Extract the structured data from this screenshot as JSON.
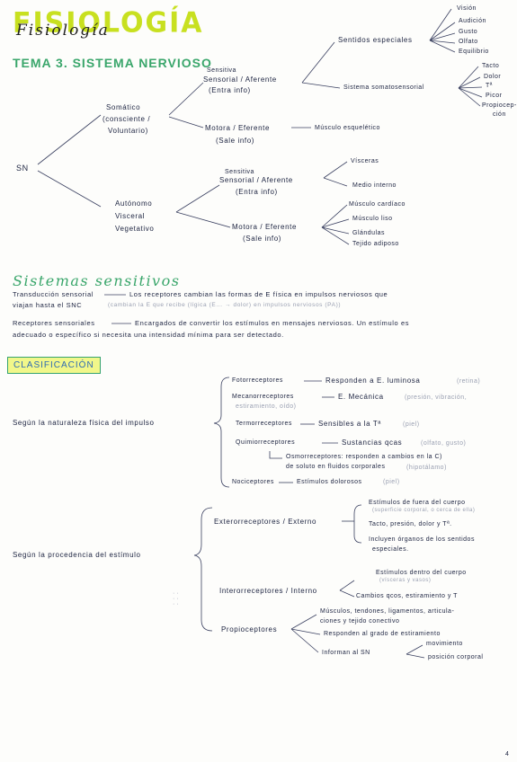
{
  "header": {
    "main_title": "FISIOLOGÍA",
    "handwritten_overlay": "Fisiología",
    "topic": "TEMA 3. SISTEMA NERVIOSO"
  },
  "tree": {
    "root": "SN",
    "somatic": {
      "label_1": "Somático",
      "label_2": "(consciente /",
      "label_3": "Voluntario)",
      "sensory": {
        "line1": "Sensitiva",
        "line2": "Sensorial / Aferente",
        "line3": "(Entra info)"
      },
      "senses": "Sentidos especiales",
      "senses_list": [
        "Visión",
        "Audición",
        "Gusto",
        "Olfato",
        "Equilibrio"
      ],
      "somatosensory": "Sistema somatosensorial",
      "somatosensory_list": [
        "Tacto",
        "Dolor",
        "Tª",
        "Picor",
        "Propiocep-",
        "ción"
      ],
      "motor": {
        "line1": "Motora / Eferente",
        "line2": "(Sale info)"
      },
      "motor_target": "Músculo esquelético"
    },
    "autonomic": {
      "label_1": "Autónomo",
      "label_2": "Visceral",
      "label_3": "Vegetativo",
      "sensory": {
        "line1": "Sensitiva",
        "line2": "Sensorial / Aferente",
        "line3": "(Entra info)"
      },
      "sensory_targets": [
        "Vísceras",
        "Medio interno"
      ],
      "motor": {
        "line1": "Motora / Eferente",
        "line2": "(Sale info)"
      },
      "motor_targets": [
        "Músculo cardíaco",
        "Músculo liso",
        "Glándulas",
        "Tejido adiposo"
      ]
    }
  },
  "sensory_systems": {
    "heading": "Sistemas sensitivos",
    "transduction_label": "Transducción sensorial",
    "transduction_text": "Los receptores cambian las formas de E física en impulsos nerviosos que",
    "transduction_text_2": "viajan hasta el SNC",
    "transduction_note": "(cambian la E que recibe (lígica (E... → dolor) en impulsos nerviosos (PA))",
    "receptors_label": "Receptores sensoriales",
    "receptors_text": "Encargados de convertir los estímulos en mensajes nerviosos. Un estímulo es",
    "receptors_text_2": "adecuado o específico si necesita una intensidad mínima para ser detectado."
  },
  "classification": {
    "label": "CLASIFICACIÓN",
    "by_nature": {
      "label": "Según la naturaleza física del impulso",
      "items": [
        {
          "name": "Fotorreceptores",
          "desc": "Responden a E. luminosa",
          "note": "(retina)"
        },
        {
          "name": "Mecanorreceptores",
          "desc": "E. Mecánica",
          "note": "(presión, vibración,",
          "note2": "estiramiento, oído)"
        },
        {
          "name": "Termorreceptores",
          "desc": "Sensibles a la Tª",
          "note": "(piel)"
        },
        {
          "name": "Quimiorreceptores",
          "desc": "Sustancias qcas",
          "note": "(olfato, gusto)"
        },
        {
          "name": "Nociceptores",
          "desc": "Estímulos dolorosos",
          "note": "(piel)"
        }
      ],
      "osmo_line1": "Osmorreceptores: responden a cambios en la C)",
      "osmo_line2": "de soluto en fluidos corporales",
      "osmo_note": "(hipotálamo)"
    },
    "by_origin": {
      "label": "Según la procedencia del estímulo",
      "exteroceptors": "Exterorreceptores / Externo",
      "ext_items": [
        "Estímulos de fuera del cuerpo",
        "Tacto, presión, dolor y Tª.",
        "Incluyen órganos de los sentidos",
        "especiales."
      ],
      "ext_note": "(superficie corporal, o cerca de ella)",
      "interoceptors": "Interorreceptores / Interno",
      "int_items": [
        "Estímulos dentro del cuerpo",
        "Cambios qcos, estiramiento y T"
      ],
      "int_note": "(vísceras y vasos)",
      "proprioceptors": "Propioceptores",
      "prop_items": [
        "Músculos, tendones, ligamentos, articula-",
        "ciones y tejido conectivo",
        "Responden al grado de estiramiento",
        "Informan al SN"
      ],
      "prop_sub": [
        "movimiento",
        "posición corporal"
      ]
    }
  },
  "footer": {
    "page_marker": "4"
  },
  "colors": {
    "title": "#c8e020",
    "green": "#3aa66b",
    "ink": "#1c2340",
    "highlight": "#f1f78a",
    "blue": "#2f6bb3"
  }
}
